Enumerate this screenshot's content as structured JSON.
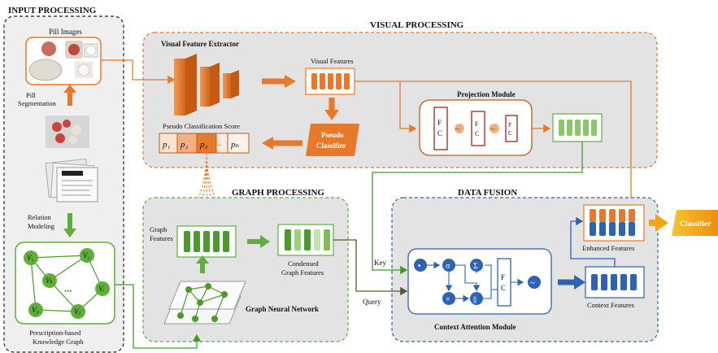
{
  "sections": {
    "input_processing": "INPUT PROCESSING",
    "visual_processing": "VISUAL PROCESSING",
    "graph_processing": "GRAPH PROCESSING",
    "data_fusion": "DATA FUSION"
  },
  "input": {
    "pill_images": "Pill Images",
    "pill_segmentation_1": "Pill",
    "pill_segmentation_2": "Segmentation",
    "relation_modeling_1": "Relation",
    "relation_modeling_2": "Modeling",
    "kg_caption_1": "Prescription-based",
    "kg_caption_2": "Knowledge Graph",
    "nodes": [
      "V₁",
      "V₂",
      "Vₖ",
      "Vᵢ",
      "V₃",
      "Vⱼ"
    ],
    "dots": "•••"
  },
  "visual": {
    "extractor": "Visual Feature Extractor",
    "visual_features": "Visual  Features",
    "projection_module": "Projection Module",
    "pseudo_score": "Pseudo Classification Score",
    "pseudo_classifier_1": "Pseudo",
    "pseudo_classifier_2": "Classifier",
    "fc": [
      "F",
      "C"
    ],
    "tilde": "~",
    "score_cells": [
      "p₁",
      "p₂",
      "p₃",
      "..",
      "pₙ"
    ]
  },
  "graph": {
    "graph_features_1": "Graph",
    "graph_features_2": "Features",
    "condensed_1": "Condensed",
    "condensed_2": "Graph Features",
    "gnn": "Graph Neural Network"
  },
  "fusion": {
    "key": "Key",
    "query": "Query",
    "enhanced": "Enhanced Features",
    "context": "Context Features",
    "cam": "Context Attention Module",
    "classifier": "Classifier",
    "ops": [
      "•",
      "σ",
      "Σ",
      "×",
      "||",
      "~"
    ]
  },
  "colors": {
    "orange": "#E8782A",
    "orange_dark": "#C45A12",
    "green": "#5FAE3A",
    "blue": "#2E62B3",
    "dark_red": "#A31F1F",
    "panel_gray": "#E3E3E3",
    "classifier_yellow": "#F2A614"
  }
}
